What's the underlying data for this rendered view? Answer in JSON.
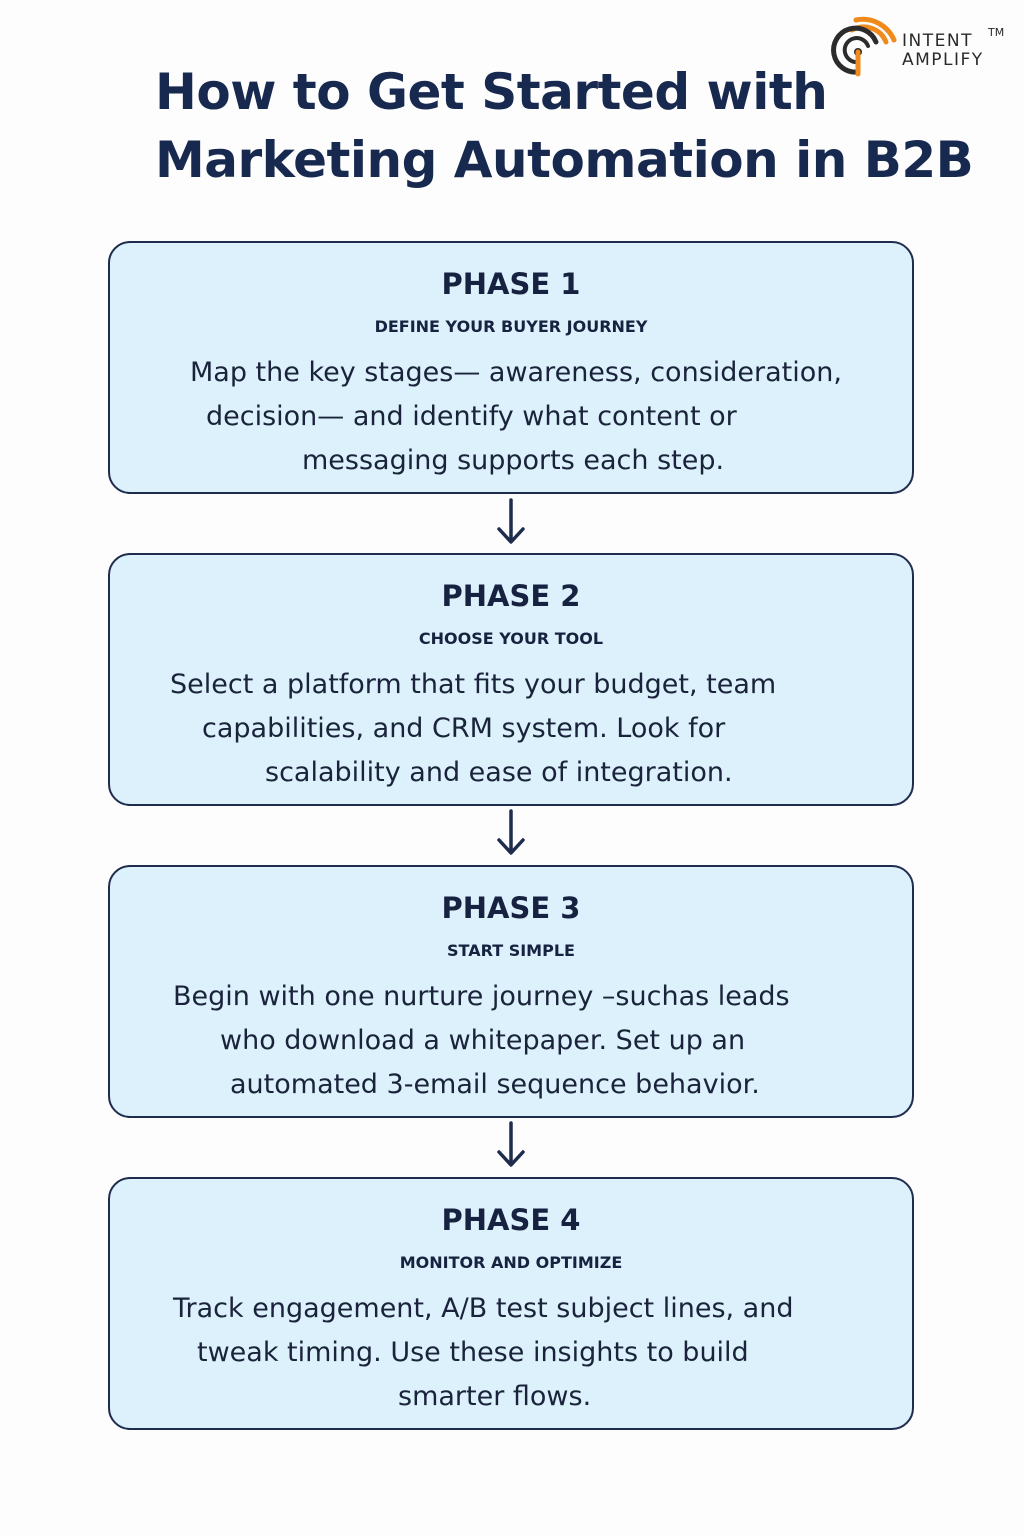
{
  "title": {
    "line1": "How to Get Started with",
    "line2": "Marketing Automation in B2B"
  },
  "logo": {
    "icon": "signal-target-icon",
    "line1": "INTENT",
    "line2": "AMPLIFY",
    "tm": "TM",
    "colors": {
      "orange": "#f08a1c",
      "dark": "#2c2c2c"
    }
  },
  "phases": [
    {
      "label": "PHASE 1",
      "heading": "DEFINE YOUR BUYER JOURNEY",
      "lines": [
        "Map the key stages— awareness, consideration,",
        "decision— and identify what content or",
        "messaging supports each step."
      ]
    },
    {
      "label": "PHASE 2",
      "heading": "CHOOSE YOUR TOOL",
      "lines": [
        "Select a platform that fits your budget,  team",
        "capabilities, and CRM system. Look for",
        "scalability and ease of integration."
      ]
    },
    {
      "label": "PHASE 3",
      "heading": "START SIMPLE",
      "lines": [
        "Begin with one nurture journey –suchas leads",
        "who download a whitepaper. Set up an",
        "automated 3-email sequence behavior."
      ]
    },
    {
      "label": "PHASE 4",
      "heading": "MONITOR AND OPTIMIZE",
      "lines": [
        "Track engagement, A/B test subject  lines, and",
        "tweak timing. Use these insights to build",
        "smarter flows."
      ]
    }
  ],
  "colors": {
    "box_fill": "#dcf1fb",
    "box_border": "#1e2c4d",
    "text": "#16223f",
    "title": "#17294f"
  }
}
